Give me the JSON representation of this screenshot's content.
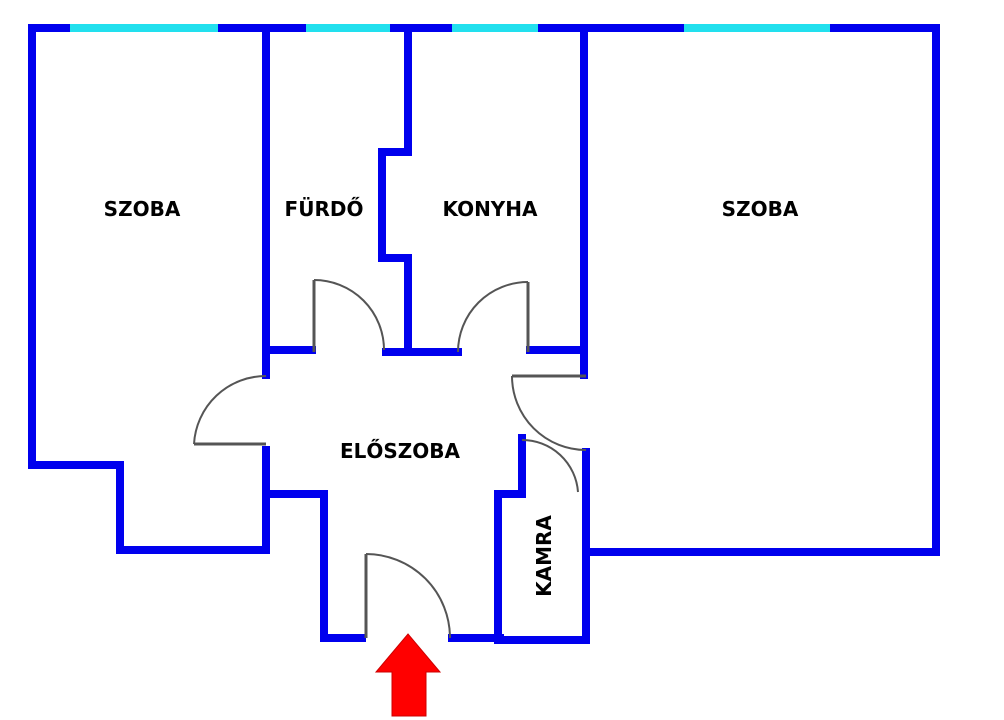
{
  "rooms": {
    "szoba_left": "SZOBA",
    "furdo": "FÜRDŐ",
    "konyha": "KONYHA",
    "szoba_right": "SZOBA",
    "eloszoba": "ELŐSZOBA",
    "kamra": "KAMRA"
  },
  "colors": {
    "wall": "#0000ee",
    "window": "#22e0ee",
    "door": "#555555",
    "entrance_arrow": "#ff0000"
  },
  "icons": {
    "entrance": "up-arrow-icon"
  }
}
